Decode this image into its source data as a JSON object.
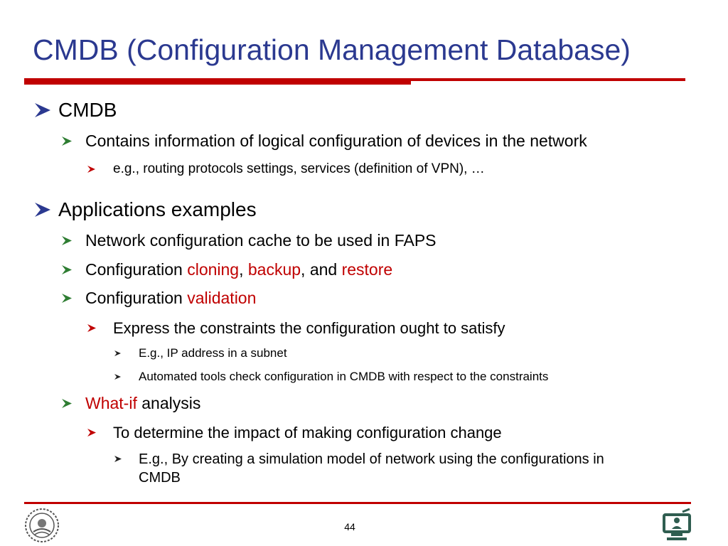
{
  "title": "CMDB (Configuration Management Database)",
  "page_number": "44",
  "accent_color": "#c00000",
  "title_color": "#2b3990",
  "bullets": {
    "b1": "CMDB",
    "b1_1": "Contains information of logical configuration of devices in the network",
    "b1_1_1": "e.g., routing protocols settings, services (definition of VPN), …",
    "b2": "Applications examples",
    "b2_1": "Network configuration cache to be used in FAPS",
    "b2_2": {
      "pre": "Configuration ",
      "r1": "cloning",
      "sep1": ", ",
      "r2": "backup",
      "sep2": ", and ",
      "r3": "restore"
    },
    "b2_3": {
      "pre": "Configuration ",
      "r1": "validation"
    },
    "b2_3_1": "Express the constraints the configuration ought to satisfy",
    "b2_3_1_1": "E.g., IP address in a subnet",
    "b2_3_1_2": "Automated tools check configuration in CMDB with respect to the constraints",
    "b2_4": {
      "r1": "What-if",
      "post": " analysis"
    },
    "b2_4_1": "To determine the impact of making configuration change",
    "b2_4_1_1": "E.g., By creating a simulation model of network using the configurations in",
    "b2_4_1_1_cont": "CMDB"
  }
}
